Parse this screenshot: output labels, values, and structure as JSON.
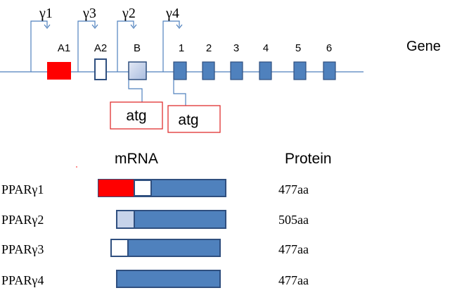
{
  "gene": {
    "label": "Gene",
    "promoters": [
      "γ1",
      "γ3",
      "γ2",
      "γ4"
    ],
    "exons": [
      "A1",
      "A2",
      "B",
      "1",
      "2",
      "3",
      "4",
      "5",
      "6"
    ],
    "start_codons": [
      "atg",
      "atg"
    ]
  },
  "headers": {
    "mrna": "mRNA",
    "protein": "Protein"
  },
  "isoforms": [
    {
      "name": "PPARγ1",
      "protein": "477aa"
    },
    {
      "name": "PPARγ2",
      "protein": "505aa"
    },
    {
      "name": "PPARγ3",
      "protein": "477aa"
    },
    {
      "name": "PPARγ4",
      "protein": "477aa"
    }
  ],
  "colors": {
    "line": "#4f81bd",
    "exon_fill": "#4f81bd",
    "exon_stroke": "#2f4f7f",
    "a1_red": "#ff0000",
    "b_light": "#c6d3ea",
    "white": "#ffffff",
    "atg_border": "#e03030",
    "text": "#000000"
  }
}
